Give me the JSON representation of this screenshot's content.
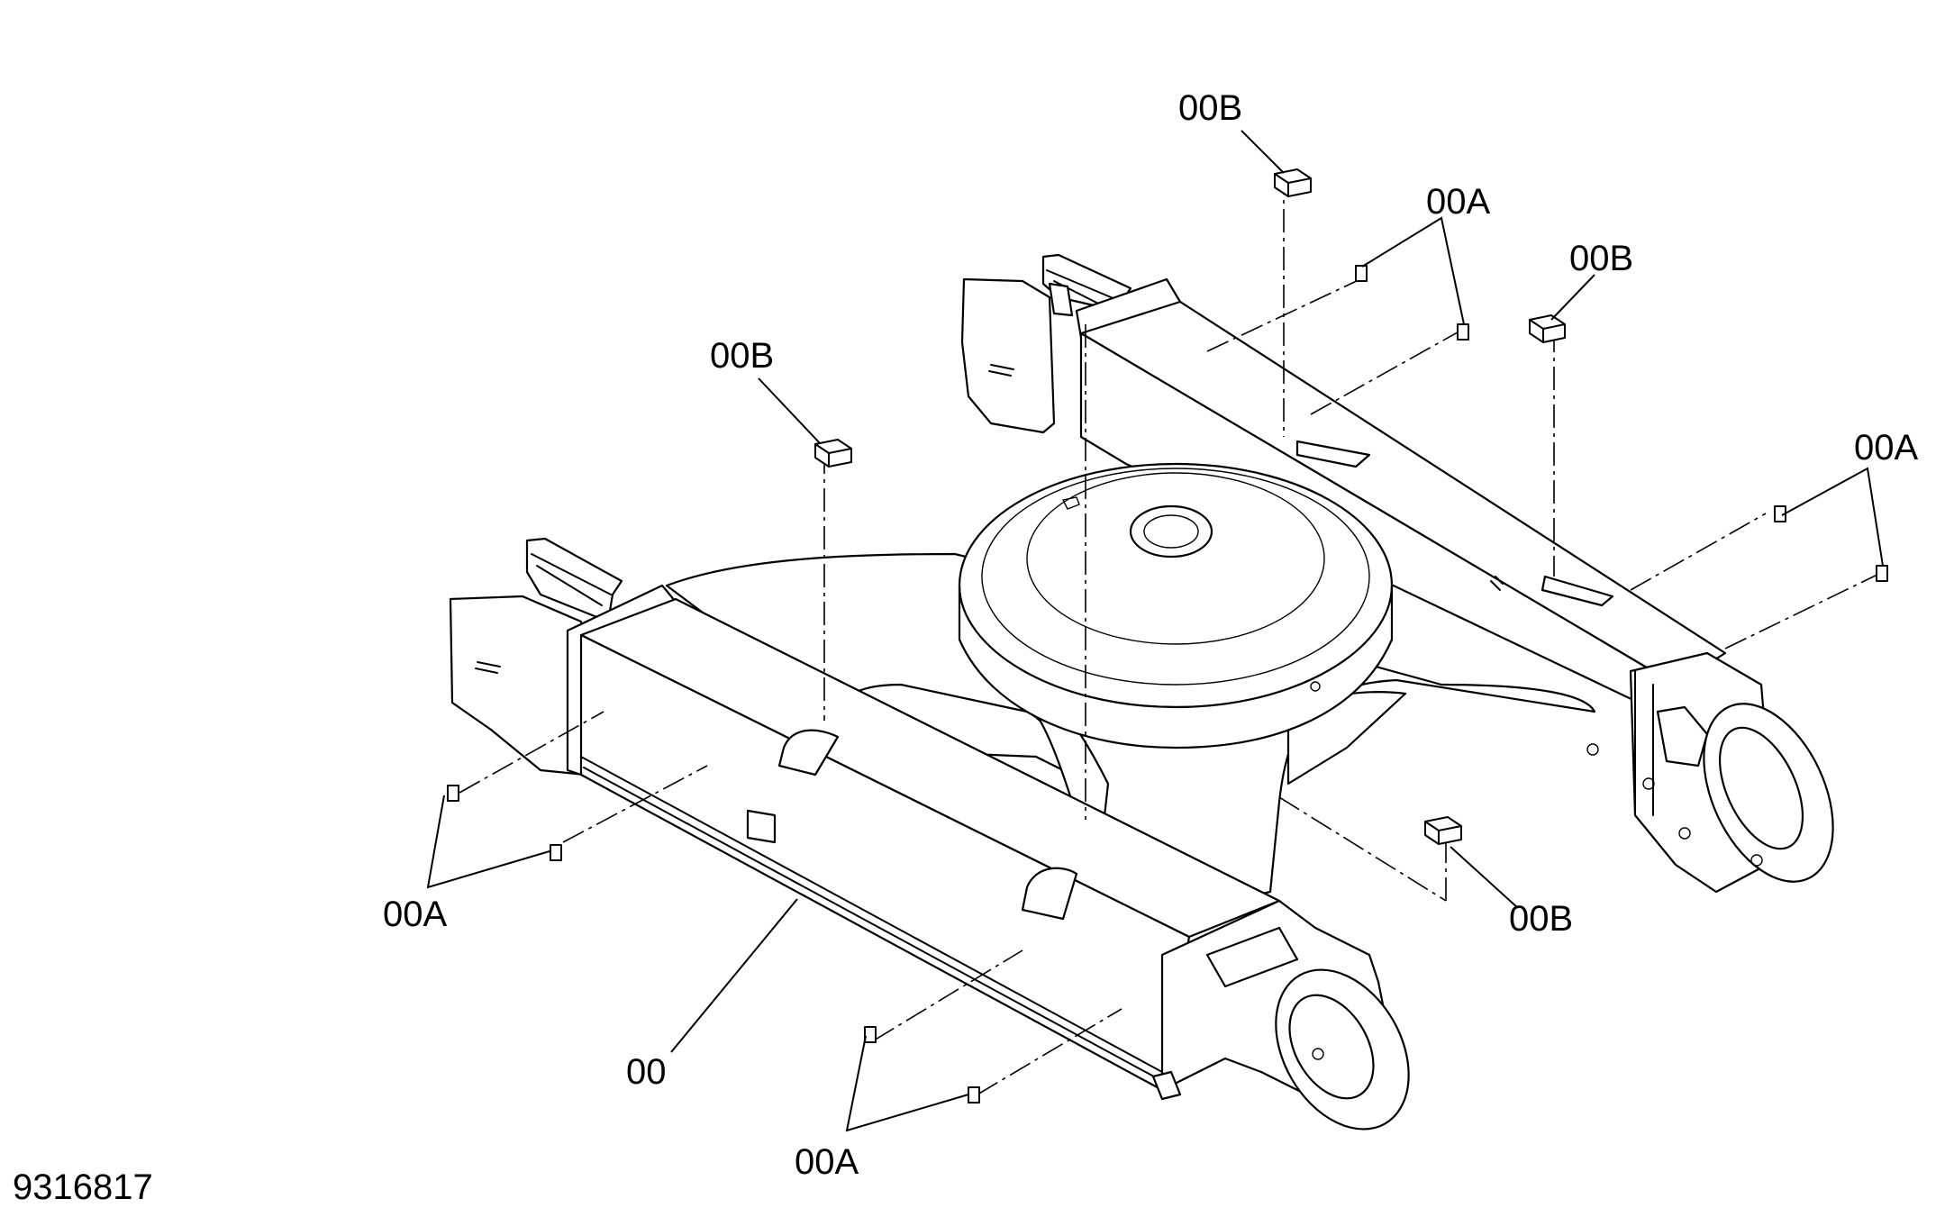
{
  "drawing": {
    "figure_number": "9316817",
    "callouts": [
      {
        "id": "top-00B",
        "label": "00B"
      },
      {
        "id": "top-00A",
        "label": "00A"
      },
      {
        "id": "right-upper-00B",
        "label": "00B"
      },
      {
        "id": "left-00B",
        "label": "00B"
      },
      {
        "id": "right-00A",
        "label": "00A"
      },
      {
        "id": "left-00A",
        "label": "00A"
      },
      {
        "id": "lower-right-00B",
        "label": "00B"
      },
      {
        "id": "frame-00",
        "label": "00"
      },
      {
        "id": "bottom-00A",
        "label": "00A"
      }
    ]
  }
}
